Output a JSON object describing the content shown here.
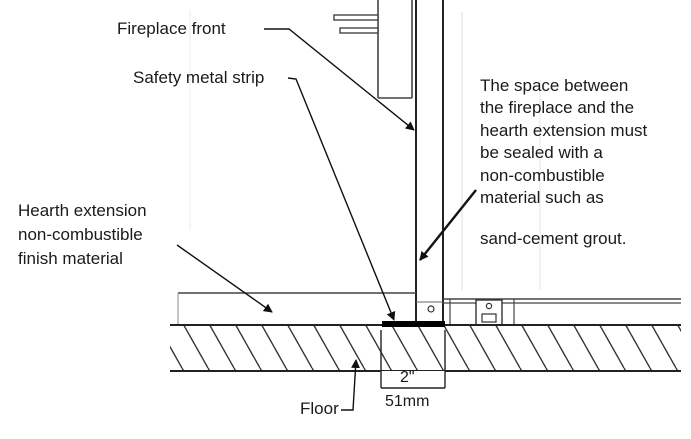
{
  "labels": {
    "fireplace_front": "Fireplace front",
    "safety_metal_strip": "Safety metal strip",
    "hearth_extension": [
      "Hearth extension",
      "non-combustible",
      "finish material"
    ],
    "sealing_note": [
      "The space between",
      "the fireplace and the",
      "hearth extension must",
      "be sealed with a",
      "non-combustible",
      "material such as",
      "sand-cement grout."
    ],
    "floor": "Floor"
  },
  "dimension": {
    "imperial": "2\"",
    "metric": "51mm"
  }
}
